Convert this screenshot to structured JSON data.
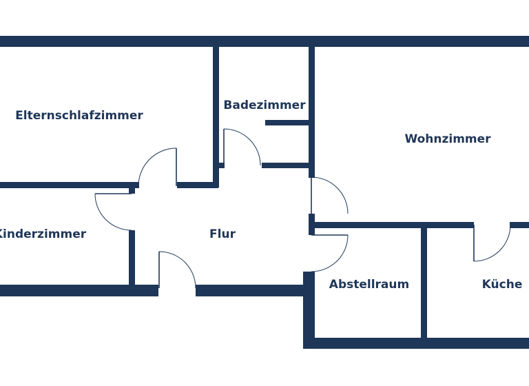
{
  "floorplan": {
    "wall_color": "#1e3658",
    "background_color": "#ffffff",
    "rooms": {
      "elternschlafzimmer": "Elternschlafzimmer",
      "badezimmer": "Badezimmer",
      "wohnzimmer": "Wohnzimmer",
      "kinderzimmer": "Kinderzimmer",
      "flur": "Flur",
      "abstellraum": "Abstellraum",
      "kueche": "Küche"
    }
  }
}
